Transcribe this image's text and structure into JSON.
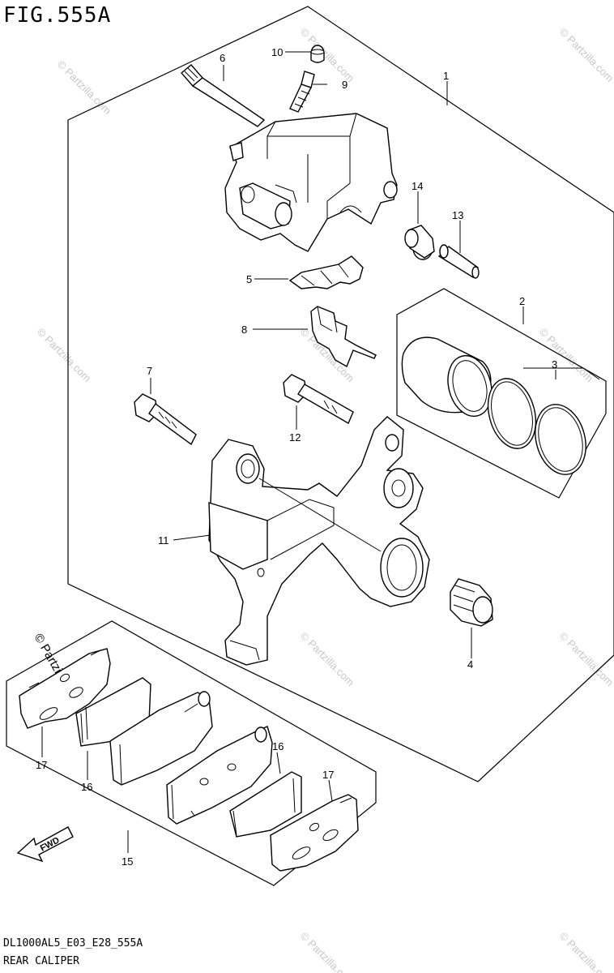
{
  "figure": {
    "title": "FIG.555A",
    "code": "DL1000AL5_E03_E28_555A",
    "name": "REAR CALIPER",
    "fwd_label": "FWD"
  },
  "watermark": {
    "text": "© Partzilla.com",
    "corner_text": "© Partzilla.com"
  },
  "callouts": [
    {
      "id": "1",
      "label": "1"
    },
    {
      "id": "2",
      "label": "2"
    },
    {
      "id": "3",
      "label": "3"
    },
    {
      "id": "4",
      "label": "4"
    },
    {
      "id": "5",
      "label": "5"
    },
    {
      "id": "6",
      "label": "6"
    },
    {
      "id": "7",
      "label": "7"
    },
    {
      "id": "8",
      "label": "8"
    },
    {
      "id": "9",
      "label": "9"
    },
    {
      "id": "10",
      "label": "10"
    },
    {
      "id": "11",
      "label": "11"
    },
    {
      "id": "12",
      "label": "12"
    },
    {
      "id": "13",
      "label": "13"
    },
    {
      "id": "14",
      "label": "14"
    },
    {
      "id": "15",
      "label": "15"
    },
    {
      "id": "16a",
      "label": "16"
    },
    {
      "id": "16b",
      "label": "16"
    },
    {
      "id": "17a",
      "label": "17"
    },
    {
      "id": "17b",
      "label": "17"
    }
  ]
}
